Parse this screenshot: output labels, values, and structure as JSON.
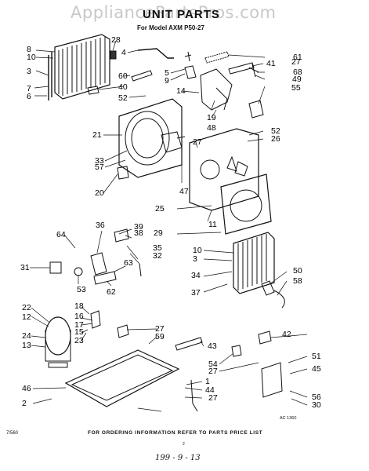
{
  "watermark": "AppliancePartsPros.com",
  "title": "UNIT PARTS",
  "subtitle": "For Model AXM P50-27",
  "footer_note": "FOR ORDERING INFORMATION REFER TO PARTS PRICE LIST",
  "sheet_code": "7/560",
  "diagram_ref": "AC 1360",
  "page_number": "2",
  "handwritten_note": "199 - 9 - 13",
  "callouts": [
    "8",
    "10",
    "3",
    "7",
    "6",
    "28",
    "4",
    "60",
    "40",
    "52",
    "5",
    "9",
    "14",
    "61",
    "41",
    "27",
    "68",
    "49",
    "55",
    "19",
    "48",
    "21",
    "33",
    "57",
    "20",
    "47",
    "52",
    "26",
    "27",
    "25",
    "11",
    "29",
    "64",
    "36",
    "39",
    "38",
    "31",
    "35",
    "32",
    "63",
    "53",
    "62",
    "10",
    "3",
    "34",
    "37",
    "50",
    "58",
    "22",
    "12",
    "18",
    "16",
    "17",
    "15",
    "23",
    "24",
    "13",
    "27",
    "59",
    "43",
    "42",
    "54",
    "27",
    "51",
    "45",
    "56",
    "30",
    "46",
    "2",
    "1",
    "44",
    "27"
  ]
}
